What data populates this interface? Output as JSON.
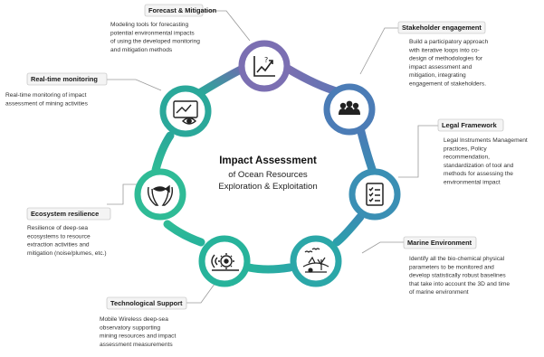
{
  "center": {
    "title": "Impact Assessment",
    "line1": "of Ocean Resources",
    "line2": "Exploration & Exploitation"
  },
  "nodes": [
    {
      "id": "forecast",
      "title": "Forecast & Mitigation",
      "desc": [
        "Modeling tools for forecasting",
        "potential environmental impacts",
        "of using the developed monitoring",
        "and mitigation methods"
      ],
      "icon": "rising-chart-icon",
      "color": "#7b6fb2"
    },
    {
      "id": "stakeholder",
      "title": "Stakeholder engagement",
      "desc": [
        "Build a participatory approach",
        "with iterative loops into co-",
        "design of methodologies for",
        "impact assessment and",
        "mitigation, integrating",
        "engagement of stakeholders."
      ],
      "icon": "people-group-icon",
      "color": "#4b7cb6"
    },
    {
      "id": "legal",
      "title": "Legal Framework",
      "desc": [
        "Legal Instruments Management",
        "practices, Policy",
        "recommendation,",
        "standardization of tool and",
        "methods for assessing the",
        "environmental impact"
      ],
      "icon": "checklist-icon",
      "color": "#3a8fb4"
    },
    {
      "id": "marine",
      "title": "Marine Environment",
      "desc": [
        "Identify all the bio-chemical physical",
        "parameters to be monitored and",
        "develop statistically robust baselines",
        "that take into account the 3D and time",
        "of marine environment"
      ],
      "icon": "marine-life-icon",
      "color": "#2ba7a8"
    },
    {
      "id": "tech",
      "title": "Technological Support",
      "desc": [
        "Mobile Wireless deep-sea",
        "observatory supporting",
        "mining resources and impact",
        "assessment measurements"
      ],
      "icon": "wireless-gear-icon",
      "color": "#27b39b"
    },
    {
      "id": "ecosystem",
      "title": "Ecosystem resilience",
      "desc": [
        "Resilience of deep-sea",
        "ecosystems to resource",
        "extraction activities and",
        "mitigation (noise/plumes, etc.)"
      ],
      "icon": "hands-fish-icon",
      "color": "#2fbb96"
    },
    {
      "id": "realtime",
      "title": "Real-time monitoring",
      "desc": [
        "Real-time monitoring of impact",
        "assessment of mining activities"
      ],
      "icon": "monitor-eye-icon",
      "color": "#2aa89a"
    }
  ]
}
